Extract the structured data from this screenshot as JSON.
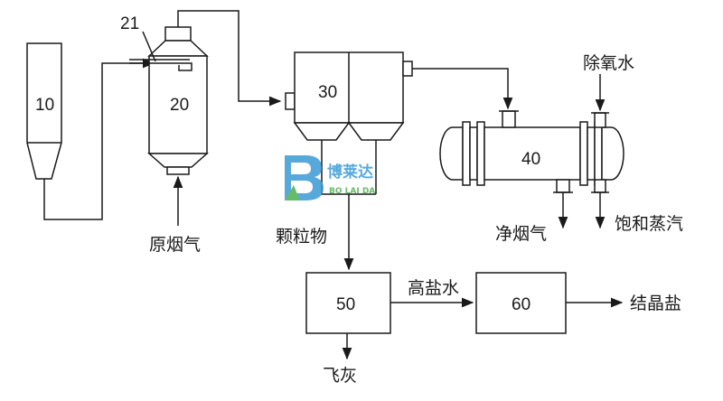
{
  "units": {
    "u10": "10",
    "u20": "20",
    "u21": "21",
    "u30": "30",
    "u40": "40",
    "u50": "50",
    "u60": "60"
  },
  "labels": {
    "raw_flue_gas": "原烟气",
    "particles": "颗粒物",
    "deoxygenated_water": "除氧水",
    "clean_flue_gas": "净烟气",
    "saturated_steam": "饱和蒸汽",
    "high_salt_water": "高盐水",
    "fly_ash": "飞灰",
    "crystal_salt": "结晶盐"
  },
  "watermark": {
    "name": "博莱达",
    "latin": "BO LAI DA",
    "color_main": "#3a9bd6",
    "color_accent": "#4cb050"
  }
}
